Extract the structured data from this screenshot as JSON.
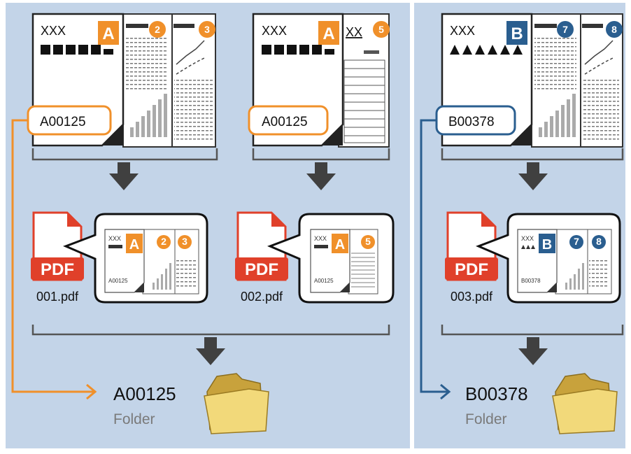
{
  "colors": {
    "background": "#c3d4e8",
    "accent_a": "#f0902a",
    "accent_b": "#2a5e8f",
    "pdf_red": "#e0402a",
    "arrow": "#404040"
  },
  "groups": [
    {
      "id": "A",
      "documents": [
        {
          "header": "XXX",
          "badge": "A",
          "code": "A00125",
          "page_numbers": [
            "2",
            "3"
          ]
        },
        {
          "header": "XXX",
          "badge": "A",
          "code": "A00125",
          "page_numbers": [
            "5"
          ],
          "extra_text": "XX"
        }
      ],
      "files": [
        {
          "name": "001.pdf",
          "pdf_label": "PDF",
          "thumb_header": "XXX",
          "thumb_badge": "A",
          "thumb_code": "A00125",
          "page_numbers": [
            "2",
            "3"
          ]
        },
        {
          "name": "002.pdf",
          "pdf_label": "PDF",
          "thumb_header": "XXX",
          "thumb_badge": "A",
          "thumb_code": "A00125",
          "page_numbers": [
            "5"
          ]
        }
      ],
      "folder": {
        "name": "A00125",
        "label": "Folder"
      }
    },
    {
      "id": "B",
      "documents": [
        {
          "header": "XXX",
          "badge": "B",
          "code": "B00378",
          "page_numbers": [
            "7",
            "8"
          ]
        }
      ],
      "files": [
        {
          "name": "003.pdf",
          "pdf_label": "PDF",
          "thumb_header": "XXX",
          "thumb_badge": "B",
          "thumb_code": "B00378",
          "page_numbers": [
            "7",
            "8"
          ]
        }
      ],
      "folder": {
        "name": "B00378",
        "label": "Folder"
      }
    }
  ]
}
